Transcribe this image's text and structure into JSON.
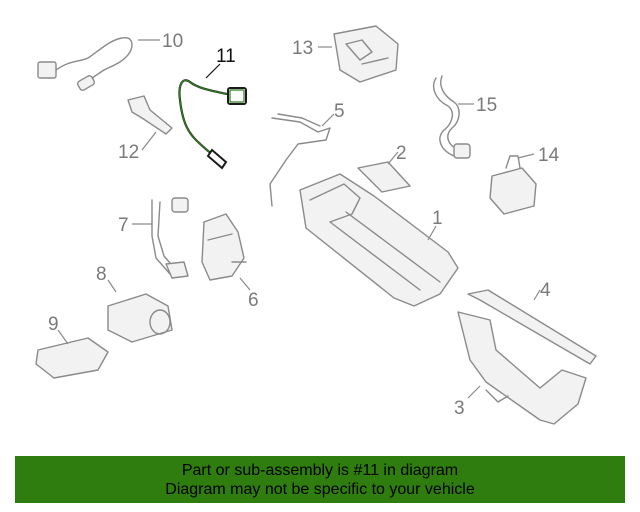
{
  "diagram": {
    "callouts": [
      "1",
      "2",
      "3",
      "4",
      "5",
      "6",
      "7",
      "8",
      "9",
      "10",
      "11",
      "12",
      "13",
      "14",
      "15"
    ],
    "highlighted_part": "11"
  },
  "banner": {
    "line1": "Part or sub-assembly is #11 in diagram",
    "line2": "Diagram may not be specific to your vehicle",
    "background_color": "#2e7d0e"
  }
}
